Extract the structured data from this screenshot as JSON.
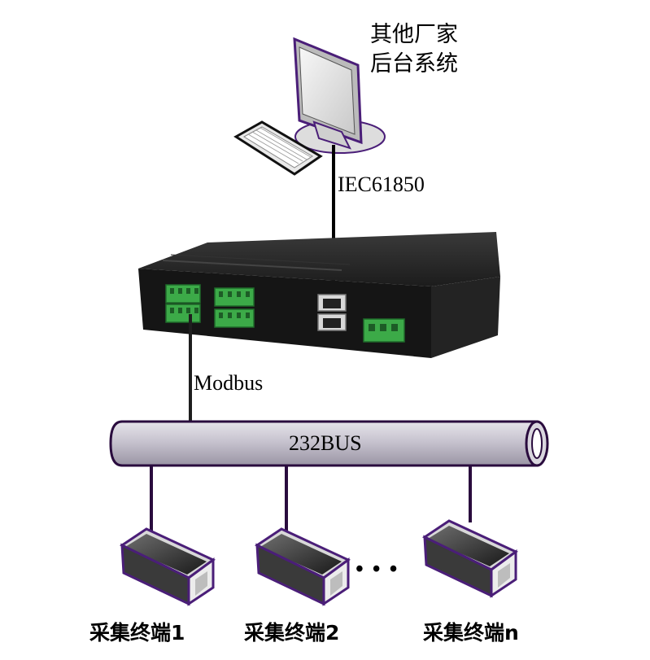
{
  "host_label_line1": "其他厂家",
  "host_label_line2": "后台系统",
  "protocol_upper": "IEC61850",
  "protocol_lower": "Modbus",
  "bus_label": "232BUS",
  "terminals": [
    {
      "label": "采集终端1"
    },
    {
      "label": "采集终端2"
    },
    {
      "label": "采集终端n"
    }
  ],
  "ellipsis": "• • •",
  "colors": {
    "bus_fill": "#c0bcc8",
    "bus_outline": "#2a0c3e",
    "terminal_outline": "#4a1e78",
    "device_body": "#2a2a2a",
    "connector_green": "#3caa48"
  }
}
